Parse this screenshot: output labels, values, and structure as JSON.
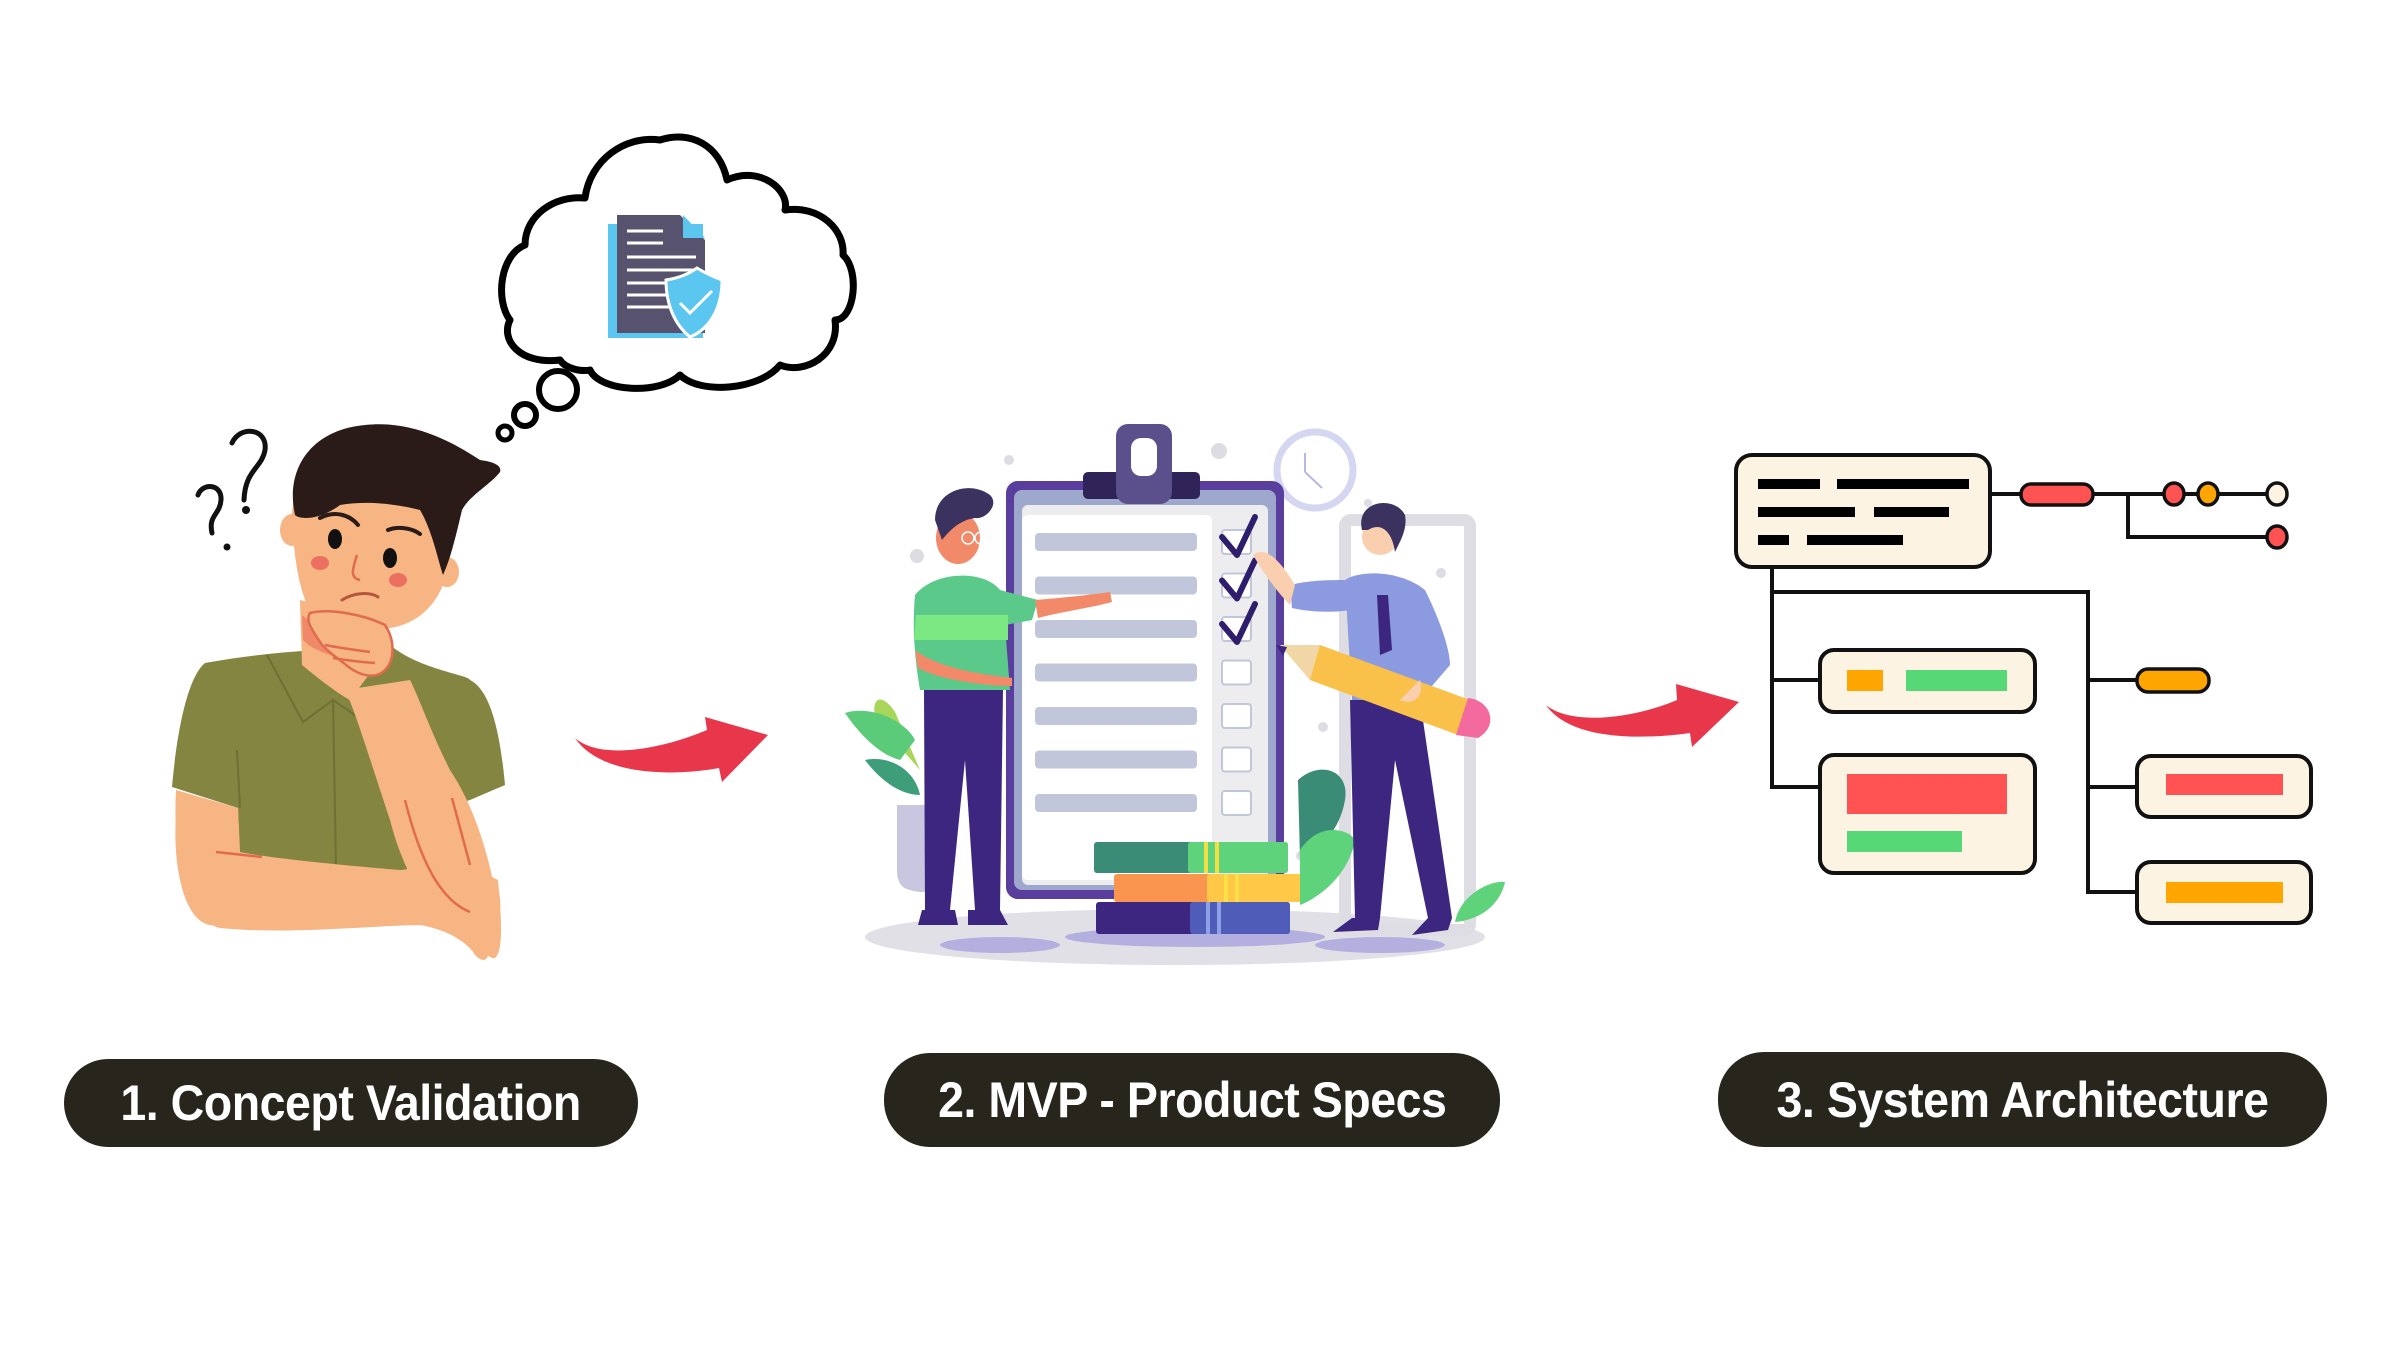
{
  "steps": [
    {
      "label": "1. Concept Validation",
      "illustration": "thinking-person-with-document-thought-bubble"
    },
    {
      "label": "2. MVP - Product Specs",
      "illustration": "team-with-checklist-clipboard"
    },
    {
      "label": "3. System Architecture",
      "illustration": "architecture-tree-diagram"
    }
  ],
  "connectors": [
    {
      "from": 1,
      "to": 2,
      "icon": "curved-arrow-right-icon"
    },
    {
      "from": 2,
      "to": 3,
      "icon": "curved-arrow-right-icon"
    }
  ],
  "colors": {
    "pill_bg": "#28251D",
    "pill_text": "#FFFFFF",
    "arrow": "#E8364A",
    "skin": "#F7B583",
    "hair": "#2A1B18",
    "shirt_olive": "#848540",
    "doc_dark": "#57536E",
    "doc_blue": "#5BC6F0",
    "clipboard_purple": "#5A3E9E",
    "node_fill": "#FDF3E3",
    "node_red": "#FF5252",
    "node_green": "#56D877",
    "node_orange": "#FFA500"
  },
  "checklist": {
    "rows": 7,
    "checked": 3
  }
}
